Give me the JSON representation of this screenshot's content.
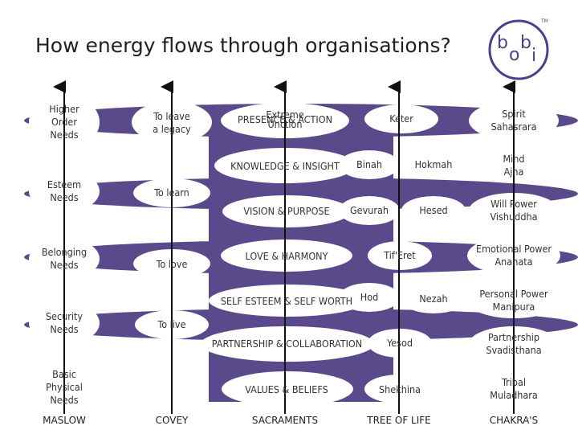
{
  "title": "How energy flows through organisations?",
  "logo": {
    "text": "bobi",
    "mark": "TM",
    "color": "#4e3f8e"
  },
  "colors": {
    "band": "#5a4a8c",
    "arrow": "#111111",
    "text": "#333333"
  },
  "columns": {
    "maslow": {
      "footer": "MASLOW",
      "items": [
        {
          "lines": [
            "Higher",
            "Order",
            "Needs"
          ]
        },
        {
          "lines": [
            "Esteem",
            "Needs"
          ]
        },
        {
          "lines": [
            "Belonging",
            "Needs"
          ]
        },
        {
          "lines": [
            "Security",
            "Needs"
          ]
        },
        {
          "lines": [
            "Basic",
            "Physical",
            "Needs"
          ]
        }
      ]
    },
    "covey": {
      "footer": "COVEY",
      "items": [
        {
          "lines": [
            "To leave",
            "a legacy"
          ]
        },
        {
          "lines": [
            "To learn"
          ]
        },
        {
          "lines": [
            "To love"
          ]
        },
        {
          "lines": [
            "To live"
          ]
        }
      ]
    },
    "sacraments": {
      "footer": "SACRAMENTS",
      "items": [
        {
          "lines": [
            "Extreme",
            "Unction"
          ]
        },
        {
          "lines": [
            "PRESENCE & ACTION"
          ]
        },
        {
          "lines": [
            "KNOWLEDGE & INSIGHT"
          ]
        },
        {
          "lines": [
            "VISION & PURPOSE"
          ]
        },
        {
          "lines": [
            "LOVE & HARMONY"
          ]
        },
        {
          "lines": [
            "SELF ESTEEM & SELF WORTH"
          ]
        },
        {
          "lines": [
            "PARTNERSHIP & COLLABORATION"
          ]
        },
        {
          "lines": [
            "VALUES & BELIEFS"
          ]
        }
      ]
    },
    "tree": {
      "footer": "TREE OF LIFE",
      "items": [
        {
          "lines": [
            "Keter"
          ]
        },
        {
          "lines": [
            "Binah"
          ]
        },
        {
          "lines": [
            "Hokmah"
          ]
        },
        {
          "lines": [
            "Gevurah"
          ]
        },
        {
          "lines": [
            "Hesed"
          ]
        },
        {
          "lines": [
            "Tif'Eret"
          ]
        },
        {
          "lines": [
            "Hod"
          ]
        },
        {
          "lines": [
            "Nezah"
          ]
        },
        {
          "lines": [
            "Yesod"
          ]
        },
        {
          "lines": [
            "Shekhina"
          ]
        }
      ]
    },
    "chakras": {
      "footer": "CHAKRA'S",
      "items": [
        {
          "lines": [
            "Spirit",
            "Sahasrara"
          ]
        },
        {
          "lines": [
            "Mind",
            "Ajna"
          ]
        },
        {
          "lines": [
            "Will Power",
            "Vishuddha"
          ]
        },
        {
          "lines": [
            "Emotional Power",
            "Anahata"
          ]
        },
        {
          "lines": [
            "Personal Power",
            "Manipura"
          ]
        },
        {
          "lines": [
            "Partnership",
            "Svadisthana"
          ]
        },
        {
          "lines": [
            "Tribal",
            "Muladhara"
          ]
        }
      ]
    }
  }
}
